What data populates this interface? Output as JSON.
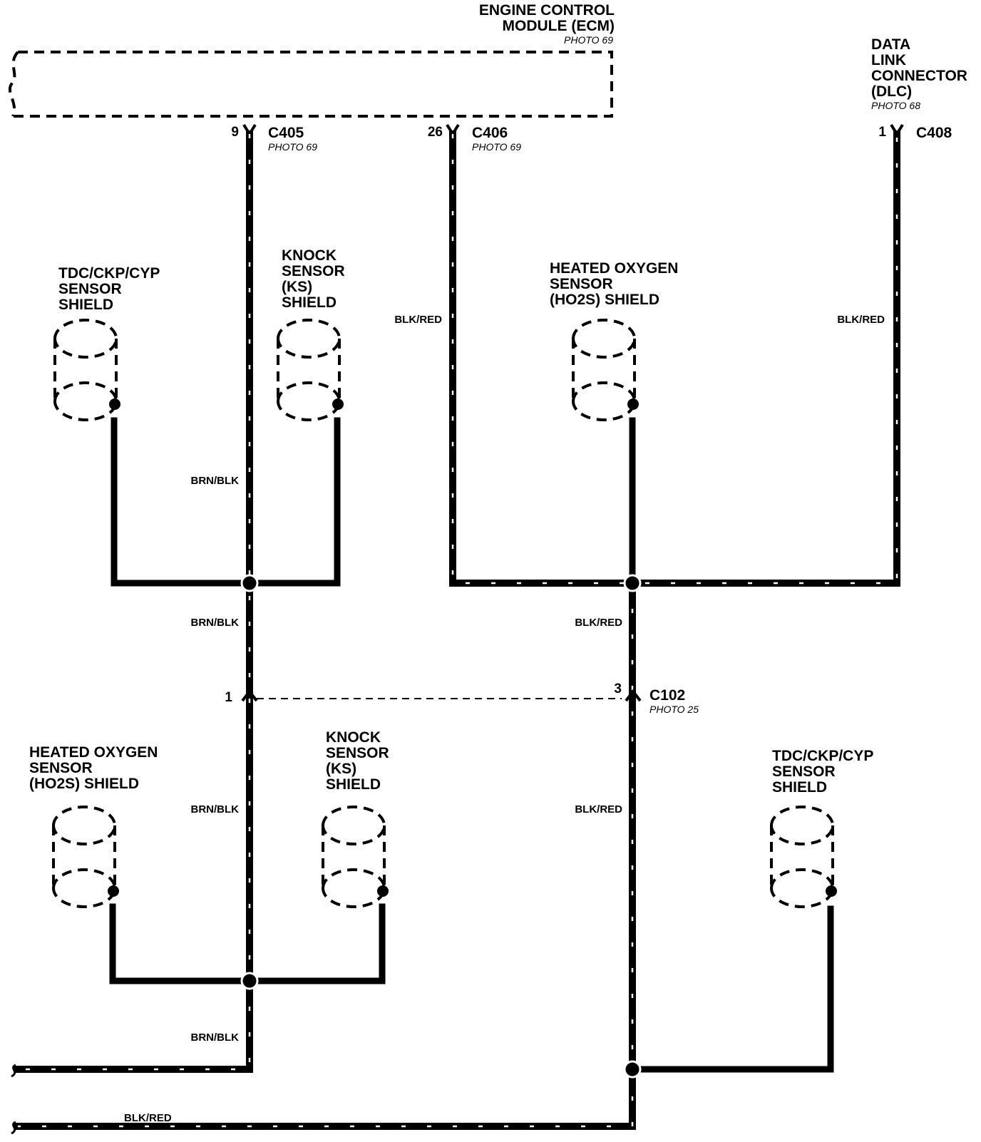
{
  "ecm": {
    "title_line1": "ENGINE CONTROL",
    "title_line2": "MODULE (ECM)",
    "photo": "PHOTO 69"
  },
  "dlc": {
    "line1": "DATA",
    "line2": "LINK",
    "line3": "CONNECTOR",
    "line4": "(DLC)",
    "photo": "PHOTO 68"
  },
  "connectors": {
    "c405": {
      "name": "C405",
      "pin": "9",
      "photo": "PHOTO 69"
    },
    "c406": {
      "name": "C406",
      "pin": "26",
      "photo": "PHOTO 69"
    },
    "c408": {
      "name": "C408",
      "pin": "1"
    },
    "c102": {
      "name": "C102",
      "pin_left": "1",
      "pin_right": "3",
      "photo": "PHOTO 25"
    }
  },
  "shields": {
    "top_tdc": {
      "line1": "TDC/CKP/CYP",
      "line2": "SENSOR",
      "line3": "SHIELD"
    },
    "top_knock": {
      "line1": "KNOCK",
      "line2": "SENSOR",
      "line3": "(KS)",
      "line4": "SHIELD"
    },
    "top_ho2s": {
      "line1": "HEATED OXYGEN",
      "line2": "SENSOR",
      "line3": "(HO2S) SHIELD"
    },
    "bottom_ho2s": {
      "line1": "HEATED OXYGEN",
      "line2": "SENSOR",
      "line3": "(HO2S) SHIELD"
    },
    "bottom_knock": {
      "line1": "KNOCK",
      "line2": "SENSOR",
      "line3": "(KS)",
      "line4": "SHIELD"
    },
    "bottom_tdc": {
      "line1": "TDC/CKP/CYP",
      "line2": "SENSOR",
      "line3": "SHIELD"
    }
  },
  "wire_labels": {
    "brn_blk_1": "BRN/BLK",
    "brn_blk_2": "BRN/BLK",
    "brn_blk_3": "BRN/BLK",
    "brn_blk_4": "BRN/BLK",
    "blk_red_1": "BLK/RED",
    "blk_red_2": "BLK/RED",
    "blk_red_3": "BLK/RED",
    "blk_red_4": "BLK/RED",
    "blk_red_5": "BLK/RED"
  }
}
